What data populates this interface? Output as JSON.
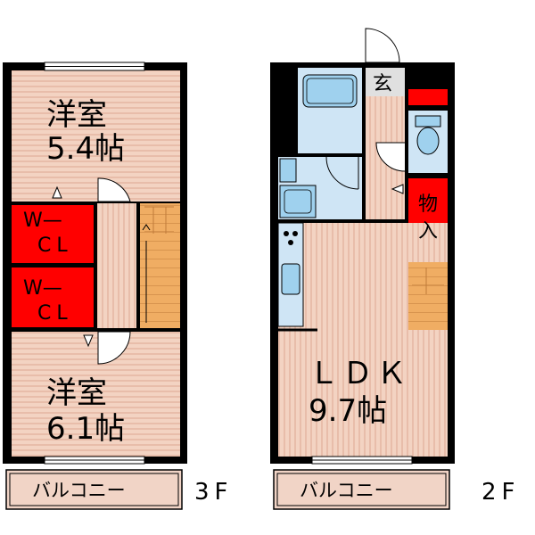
{
  "floors": [
    {
      "id": "3f",
      "floor_label": "3F",
      "rooms": {
        "western_room_upper": {
          "name": "洋室",
          "size": "5.4帖"
        },
        "walk_in_closet_1": {
          "line1": "W—",
          "line2": "CL"
        },
        "walk_in_closet_2": {
          "line1": "W—",
          "line2": "CL"
        },
        "western_room_lower": {
          "name": "洋室",
          "size": "6.1帖"
        },
        "balcony": {
          "name": "バルコニー"
        }
      }
    },
    {
      "id": "2f",
      "floor_label": "2F",
      "rooms": {
        "entrance": {
          "name": "玄"
        },
        "storage": {
          "line1": "物",
          "line2": "入"
        },
        "ldk": {
          "name": "ＬＤＫ",
          "size": "9.7帖"
        },
        "balcony": {
          "name": "バルコニー"
        }
      }
    }
  ],
  "colors": {
    "wall": "#000000",
    "floor_wood": "#f3d3c2",
    "floor_stripe": "#dda791",
    "closet": "#ff0000",
    "stairs": "#f0ad63",
    "wet_area": "#cfe5f5",
    "fixture": "#9fd1ee",
    "balcony": "#f1d4c6"
  }
}
